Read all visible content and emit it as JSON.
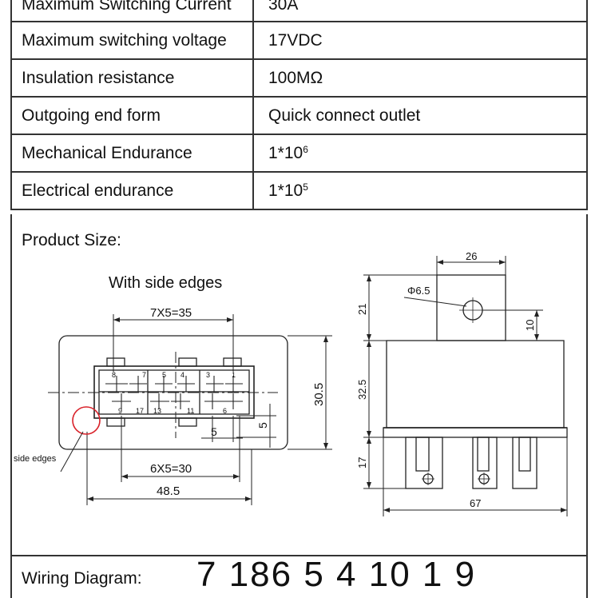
{
  "specs": [
    {
      "label": "Maximum Switching Current",
      "value": "30A"
    },
    {
      "label": "Maximum switching voltage",
      "value": "17VDC"
    },
    {
      "label": "Insulation resistance",
      "value": "100MΩ"
    },
    {
      "label": "Outgoing end form",
      "value": "Quick connect outlet"
    },
    {
      "label": "Mechanical Endurance",
      "value": "1*10",
      "exp": "6"
    },
    {
      "label": "Electrical endurance",
      "value": "1*10",
      "exp": "5"
    }
  ],
  "product_size": {
    "title": "Product Size:",
    "left_caption": "With side edges",
    "side_edges_label": "side edges",
    "dims_left": {
      "top": "7X5=35",
      "height": "30.5",
      "pin_offset": "5",
      "pitch": "5",
      "bottom_pins": "6X5=30",
      "width": "48.5"
    },
    "pin_labels_top": [
      "8",
      "7",
      "5",
      "4",
      "3",
      "1"
    ],
    "pin_labels_bottom": [
      "9",
      "17",
      "13",
      "11",
      "6"
    ],
    "dims_right": {
      "bracket_width": "26",
      "hole": "Φ6.5",
      "bracket_height": "21",
      "hole_offset": "10",
      "body_height": "32.5",
      "pin_height": "17",
      "base_width": "67"
    }
  },
  "wiring": {
    "title": "Wiring Diagram:",
    "digits": "7 186 5 4  10 1 9"
  }
}
